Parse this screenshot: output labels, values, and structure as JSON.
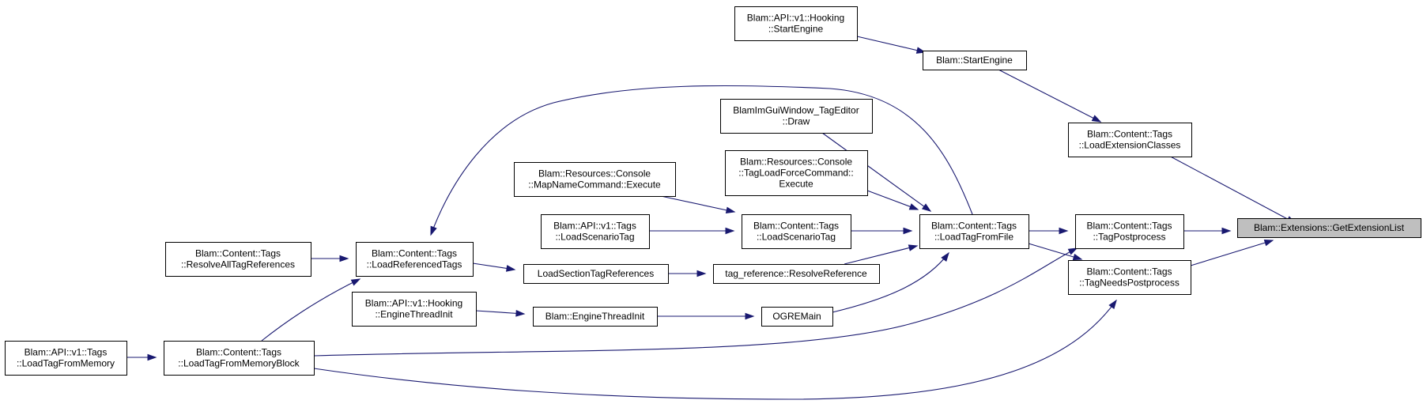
{
  "diagram": {
    "title": "",
    "focus_node": "Blam::Extensions::GetExtensionList",
    "nodes": [
      {
        "id": "get_ext_list",
        "lines": [
          "Blam::Extensions::GetExtensionList"
        ],
        "focus": true
      },
      {
        "id": "load_ext_classes",
        "lines": [
          "Blam::Content::Tags",
          "::LoadExtensionClasses"
        ]
      },
      {
        "id": "tag_postprocess",
        "lines": [
          "Blam::Content::Tags",
          "::TagPostprocess"
        ]
      },
      {
        "id": "tag_needs_postprocess",
        "lines": [
          "Blam::Content::Tags",
          "::TagNeedsPostprocess"
        ]
      },
      {
        "id": "start_engine",
        "lines": [
          "Blam::StartEngine"
        ]
      },
      {
        "id": "api_start_engine",
        "lines": [
          "Blam::API::v1::Hooking",
          "::StartEngine"
        ]
      },
      {
        "id": "load_tag_from_file",
        "lines": [
          "Blam::Content::Tags",
          "::LoadTagFromFile"
        ]
      },
      {
        "id": "gui_tag_editor_draw",
        "lines": [
          "BlamImGuiWindow_TagEditor",
          "::Draw"
        ]
      },
      {
        "id": "tag_load_force_cmd",
        "lines": [
          "Blam::Resources::Console",
          "::TagLoadForceCommand::",
          "Execute"
        ]
      },
      {
        "id": "load_scenario_tag",
        "lines": [
          "Blam::Content::Tags",
          "::LoadScenarioTag"
        ]
      },
      {
        "id": "resolve_reference",
        "lines": [
          "tag_reference::ResolveReference"
        ]
      },
      {
        "id": "ogre_main",
        "lines": [
          "OGREMain"
        ]
      },
      {
        "id": "map_name_cmd",
        "lines": [
          "Blam::Resources::Console",
          "::MapNameCommand::Execute"
        ]
      },
      {
        "id": "api_load_scenario_tag",
        "lines": [
          "Blam::API::v1::Tags",
          "::LoadScenarioTag"
        ]
      },
      {
        "id": "load_section_tag_refs",
        "lines": [
          "LoadSectionTagReferences"
        ]
      },
      {
        "id": "engine_thread_init",
        "lines": [
          "Blam::EngineThreadInit"
        ]
      },
      {
        "id": "load_referenced_tags",
        "lines": [
          "Blam::Content::Tags",
          "::LoadReferencedTags"
        ]
      },
      {
        "id": "api_engine_thread_init",
        "lines": [
          "Blam::API::v1::Hooking",
          "::EngineThreadInit"
        ]
      },
      {
        "id": "resolve_all_tag_refs",
        "lines": [
          "Blam::Content::Tags",
          "::ResolveAllTagReferences"
        ]
      },
      {
        "id": "load_tag_from_memory_block",
        "lines": [
          "Blam::Content::Tags",
          "::LoadTagFromMemoryBlock"
        ]
      },
      {
        "id": "api_load_tag_from_memory",
        "lines": [
          "Blam::API::v1::Tags",
          "::LoadTagFromMemory"
        ]
      }
    ],
    "edges": [
      {
        "from": "load_ext_classes",
        "to": "get_ext_list"
      },
      {
        "from": "tag_postprocess",
        "to": "get_ext_list"
      },
      {
        "from": "tag_needs_postprocess",
        "to": "get_ext_list"
      },
      {
        "from": "start_engine",
        "to": "load_ext_classes"
      },
      {
        "from": "api_start_engine",
        "to": "start_engine"
      },
      {
        "from": "load_tag_from_file",
        "to": "tag_postprocess"
      },
      {
        "from": "load_tag_from_file",
        "to": "tag_needs_postprocess"
      },
      {
        "from": "load_tag_from_memory_block",
        "to": "tag_postprocess"
      },
      {
        "from": "load_tag_from_memory_block",
        "to": "tag_needs_postprocess"
      },
      {
        "from": "gui_tag_editor_draw",
        "to": "load_tag_from_file"
      },
      {
        "from": "tag_load_force_cmd",
        "to": "load_tag_from_file"
      },
      {
        "from": "load_scenario_tag",
        "to": "load_tag_from_file"
      },
      {
        "from": "resolve_reference",
        "to": "load_tag_from_file"
      },
      {
        "from": "ogre_main",
        "to": "load_tag_from_file"
      },
      {
        "from": "load_tag_from_file",
        "to": "load_referenced_tags"
      },
      {
        "from": "map_name_cmd",
        "to": "load_scenario_tag"
      },
      {
        "from": "api_load_scenario_tag",
        "to": "load_scenario_tag"
      },
      {
        "from": "load_section_tag_refs",
        "to": "resolve_reference"
      },
      {
        "from": "engine_thread_init",
        "to": "ogre_main"
      },
      {
        "from": "load_referenced_tags",
        "to": "load_section_tag_refs"
      },
      {
        "from": "api_engine_thread_init",
        "to": "engine_thread_init"
      },
      {
        "from": "resolve_all_tag_refs",
        "to": "load_referenced_tags"
      },
      {
        "from": "load_tag_from_memory_block",
        "to": "load_referenced_tags"
      },
      {
        "from": "api_load_tag_from_memory",
        "to": "load_tag_from_memory_block"
      }
    ]
  }
}
